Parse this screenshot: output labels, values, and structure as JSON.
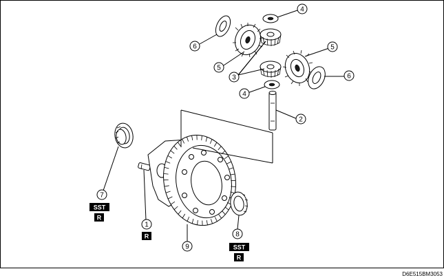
{
  "diagram": {
    "drawing_code": "D6E515BM3053",
    "callouts": {
      "c1": "1",
      "c2": "2",
      "c3": "3",
      "c4a": "4",
      "c4b": "4",
      "c5a": "5",
      "c5b": "5",
      "c6a": "6",
      "c6b": "6",
      "c7": "7",
      "c8": "8",
      "c9": "9"
    },
    "badges": {
      "sst_7": "SST",
      "r_7": "R",
      "r_1": "R",
      "sst_8": "SST",
      "r_8": "R"
    }
  }
}
